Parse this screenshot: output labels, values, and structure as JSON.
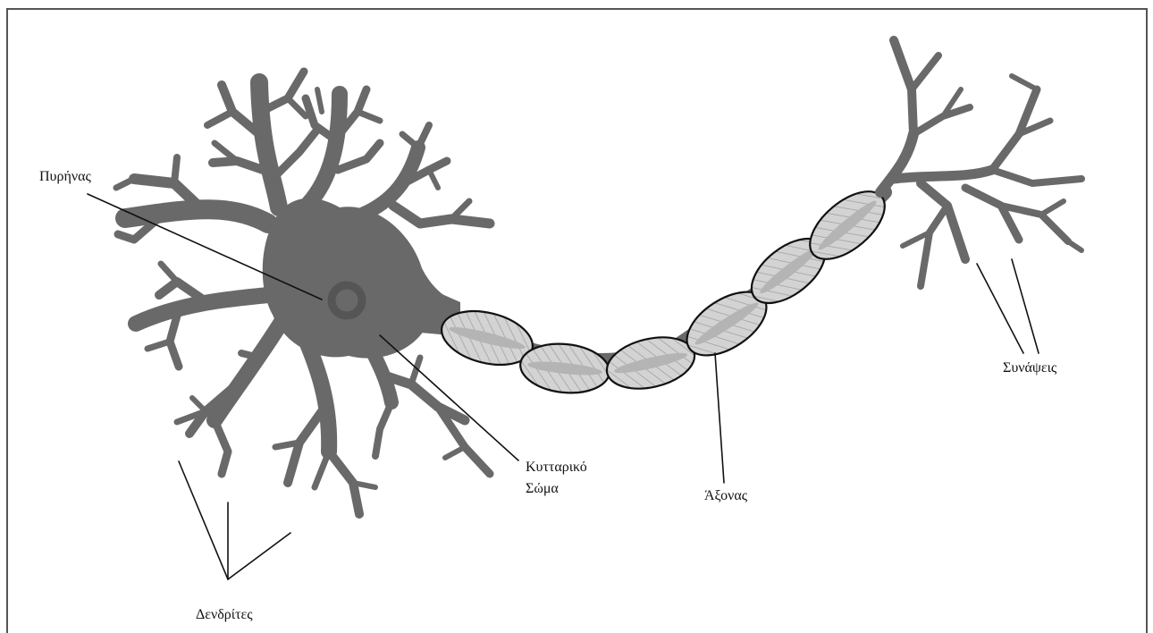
{
  "diagram": {
    "colors": {
      "neuron": "#696969",
      "myelin_fill": "#d3d3d3",
      "myelin_core": "#b4b4b4",
      "hatch": "#9a9a9a",
      "outline": "#111111",
      "frame": "#555555"
    },
    "labels": {
      "nucleus": "Πυρήνας",
      "cell_body_line1": "Κυτταρικό",
      "cell_body_line2": "Σώμα",
      "axon": "Άξονας",
      "synapses": "Συνάψεις",
      "dendrites": "Δενδρίτες"
    }
  }
}
